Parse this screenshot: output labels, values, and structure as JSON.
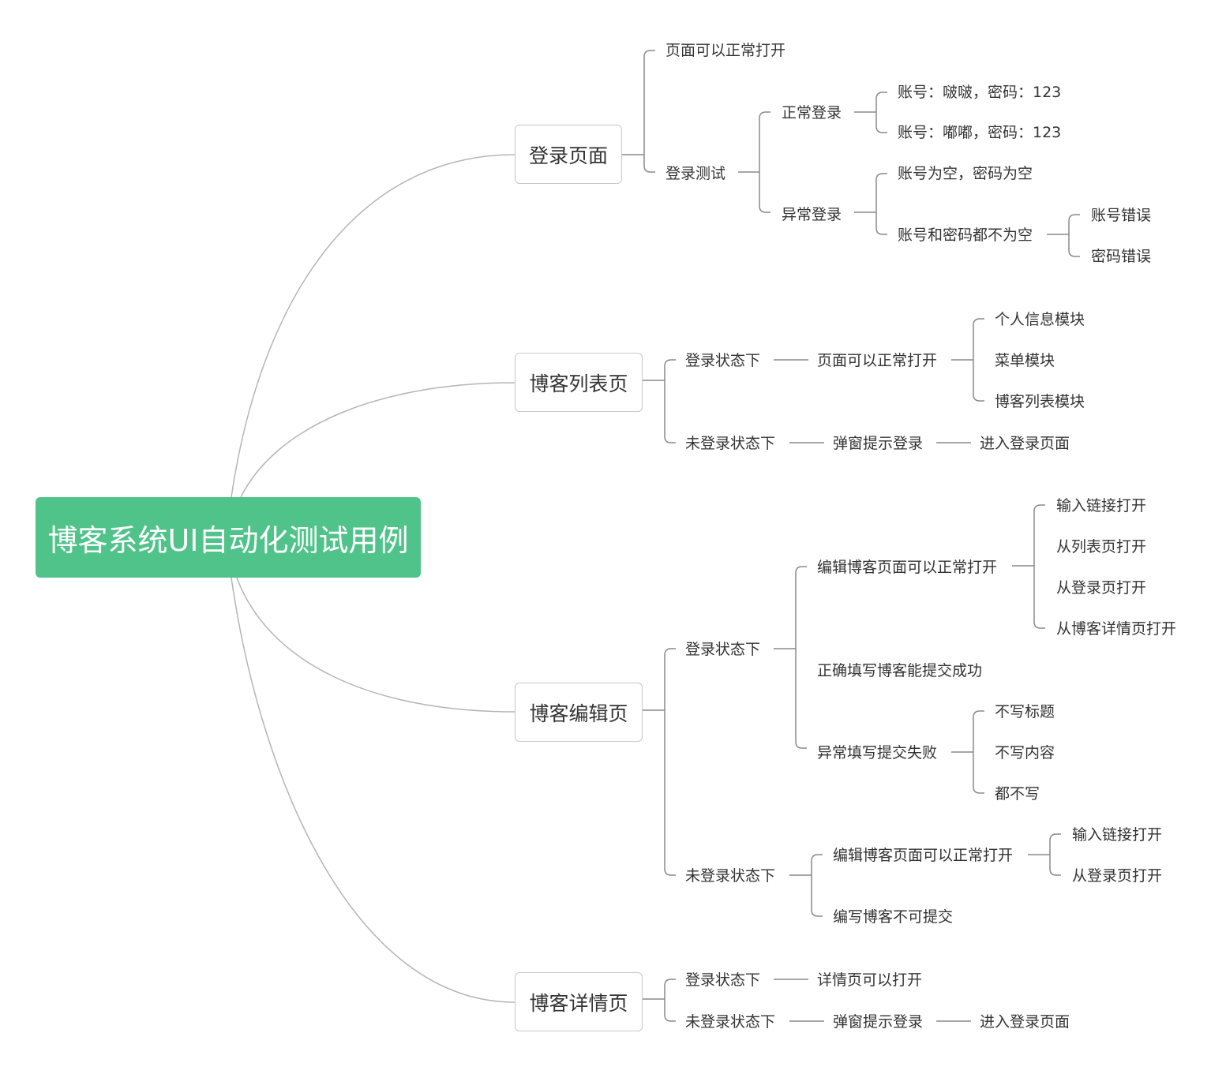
{
  "root": {
    "label": "博客系统UI自动化测试用例"
  },
  "branches": {
    "login": {
      "label": "登录页面",
      "page_opens": "页面可以正常打开",
      "login_test": "登录测试",
      "normal_login": "正常登录",
      "account_1": "账号：啵啵，密码：123",
      "account_2": "账号：嘟嘟，密码：123",
      "abnormal_login": "异常登录",
      "both_empty": "账号为空，密码为空",
      "both_not_empty": "账号和密码都不为空",
      "wrong_account": "账号错误",
      "wrong_password": "密码错误"
    },
    "blog_list": {
      "label": "博客列表页",
      "logged_in": "登录状态下",
      "page_opens": "页面可以正常打开",
      "profile_module": "个人信息模块",
      "menu_module": "菜单模块",
      "list_module": "博客列表模块",
      "not_logged_in": "未登录状态下",
      "popup_login": "弹窗提示登录",
      "enter_login": "进入登录页面"
    },
    "blog_edit": {
      "label": "博客编辑页",
      "logged_in": "登录状态下",
      "edit_page_opens": "编辑博客页面可以正常打开",
      "open_by_link": "输入链接打开",
      "open_from_list": "从列表页打开",
      "open_from_login": "从登录页打开",
      "open_from_detail": "从博客详情页打开",
      "submit_success": "正确填写博客能提交成功",
      "submit_fail": "异常填写提交失败",
      "no_title": "不写标题",
      "no_content": "不写内容",
      "none_written": "都不写",
      "not_logged_in": "未登录状态下",
      "edit_page_opens_2": "编辑博客页面可以正常打开",
      "open_by_link_2": "输入链接打开",
      "open_from_login_2": "从登录页打开",
      "cannot_submit": "编写博客不可提交"
    },
    "blog_detail": {
      "label": "博客详情页",
      "logged_in": "登录状态下",
      "detail_opens": "详情页可以打开",
      "not_logged_in": "未登录状态下",
      "popup_login": "弹窗提示登录",
      "enter_login": "进入登录页面"
    }
  }
}
